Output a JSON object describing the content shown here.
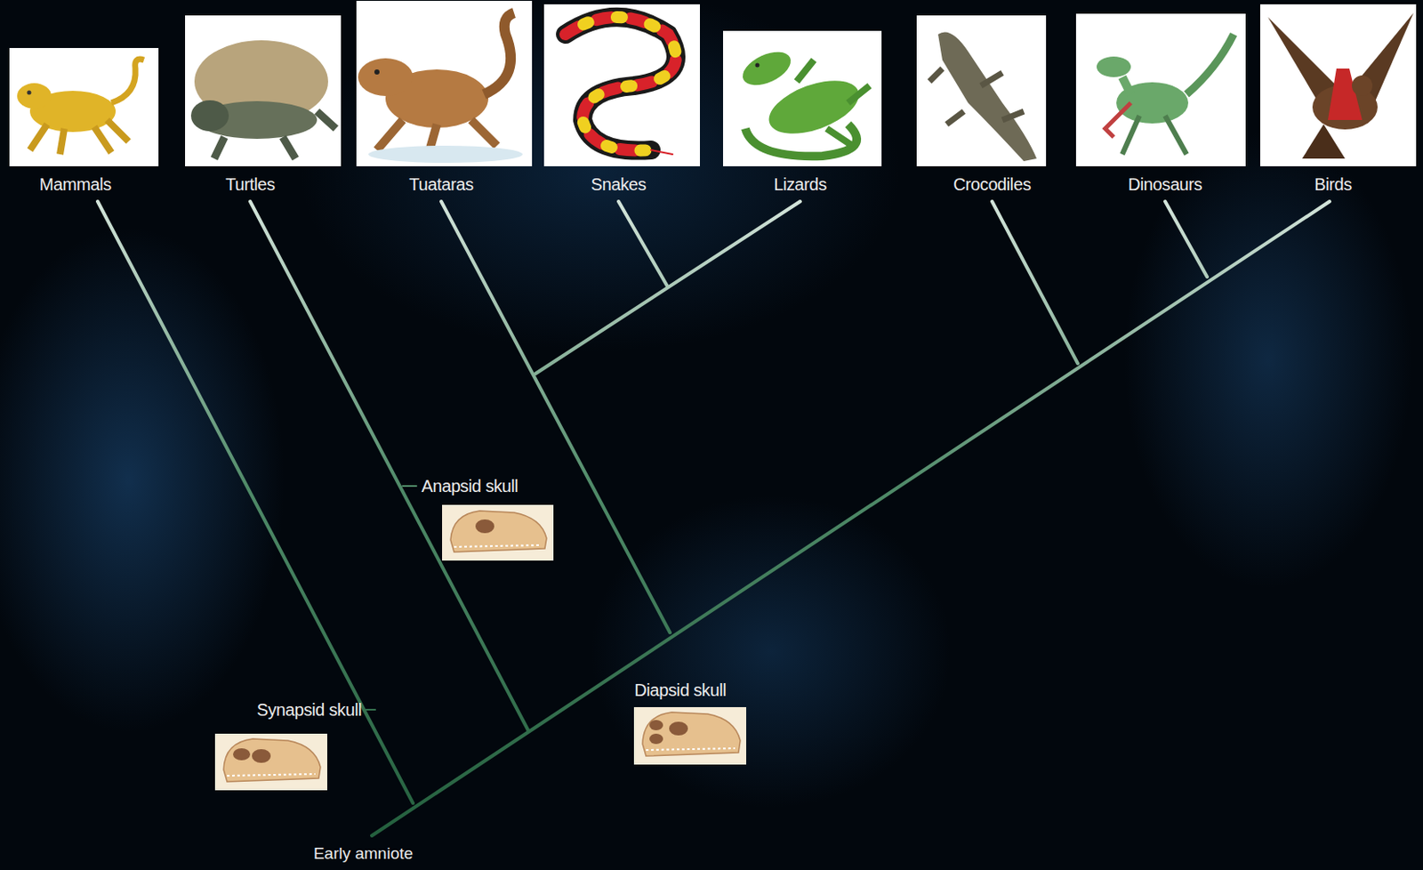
{
  "diagram": {
    "nodes": [
      {
        "text": [
          "Mammals"
        ]
      },
      {
        "text": [
          "Turtles"
        ]
      },
      {
        "text": [
          "Tuataras"
        ]
      },
      {
        "text": [
          "Snakes"
        ]
      },
      {
        "text": [
          "Lizards"
        ]
      },
      {
        "text": [
          "Crocodiles"
        ]
      },
      {
        "text": [
          "Dinosaurs"
        ]
      },
      {
        "text": [
          "Birds"
        ]
      },
      {
        "text": [
          "Anapsid skull"
        ]
      },
      {
        "text": [
          "Synapsid skull"
        ]
      },
      {
        "text": [
          "Diapsid skull"
        ]
      }
    ],
    "labels": [
      "Early amniote"
    ]
  }
}
